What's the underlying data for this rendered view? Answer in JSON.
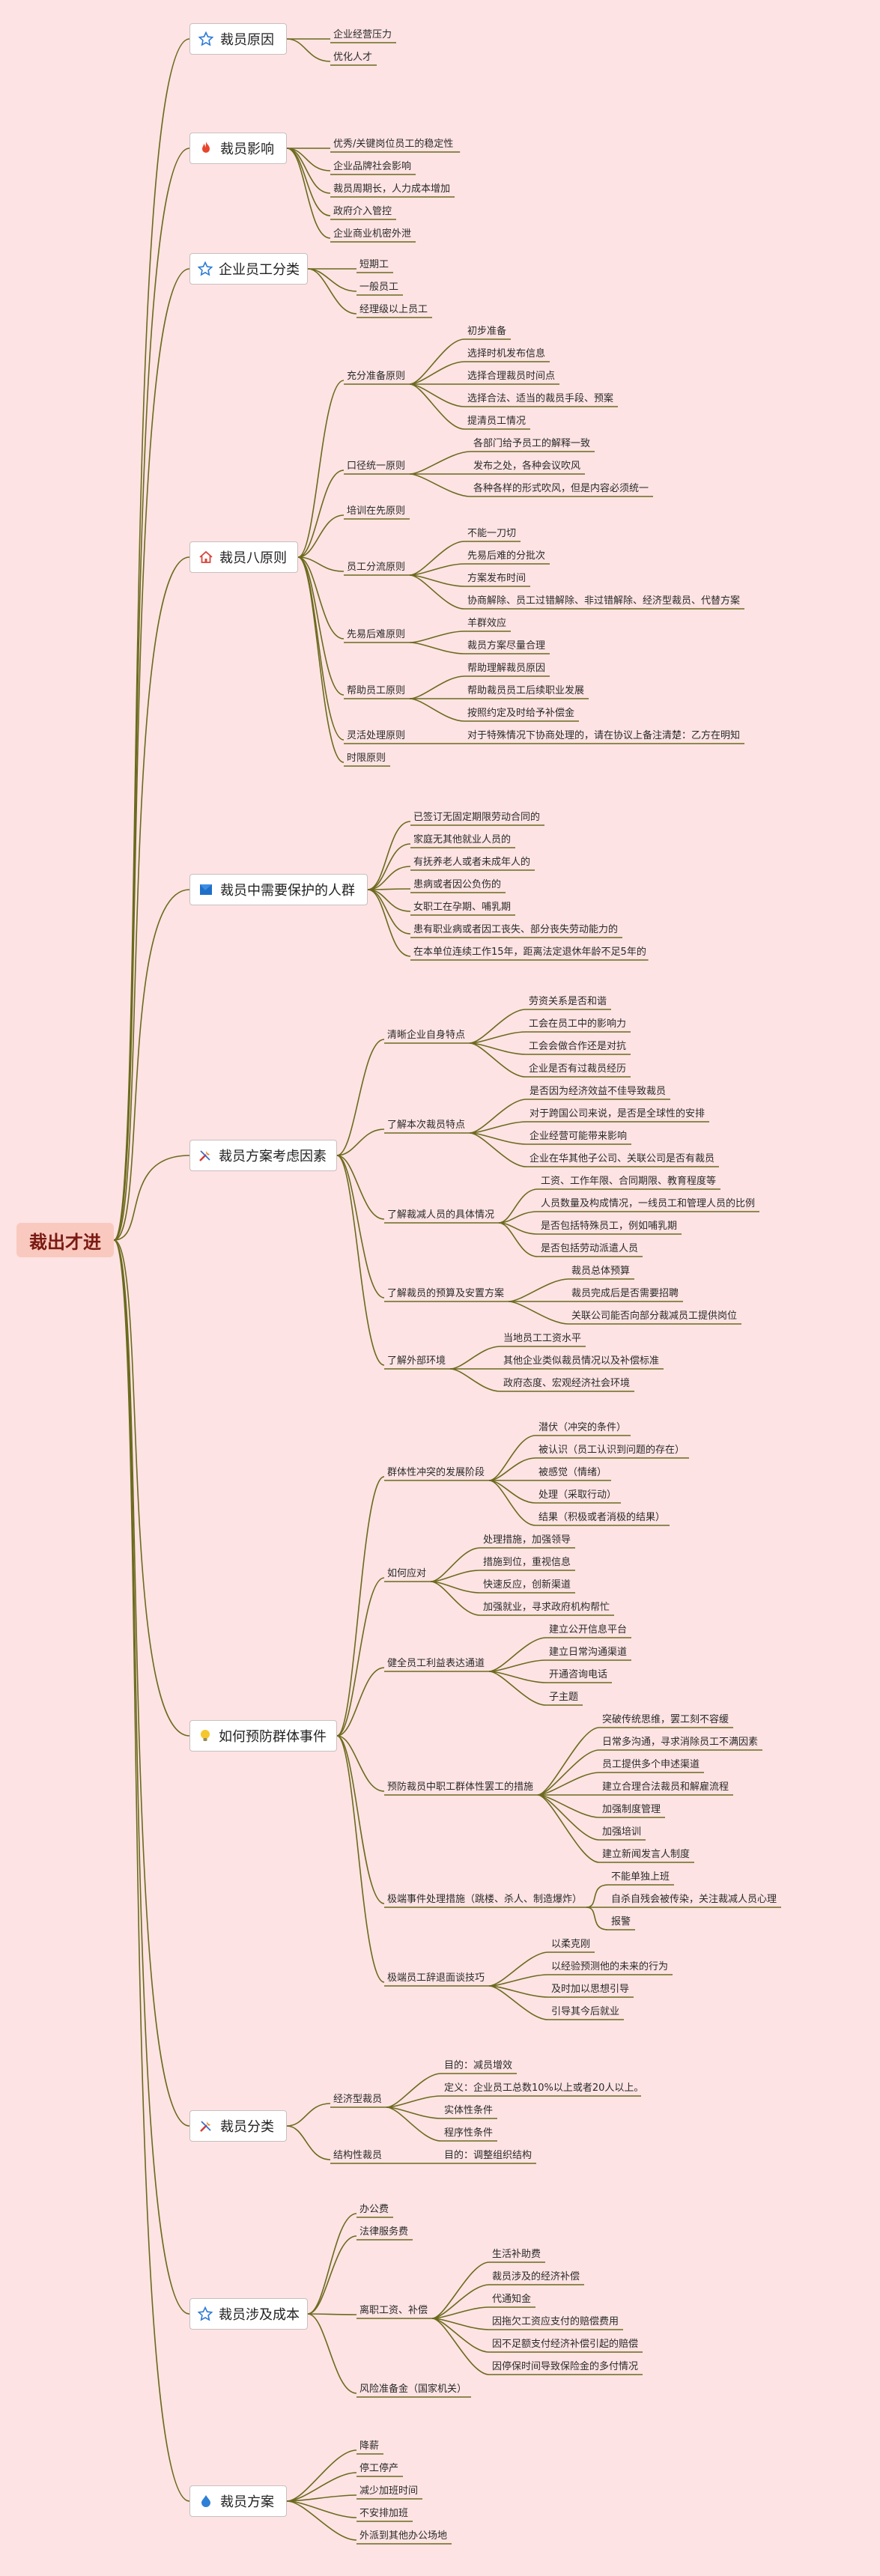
{
  "root": "裁出才进",
  "colors": {
    "background": "#fde3e3",
    "line": "#6b6a1e",
    "root_fill": "#f9c9bf"
  },
  "branches": [
    {
      "title": "裁员原因",
      "icon": "star-outline-icon",
      "items": [
        {
          "text": "企业经营压力"
        },
        {
          "text": "优化人才"
        }
      ]
    },
    {
      "title": "裁员影响",
      "icon": "flame-icon",
      "items": [
        {
          "text": "优秀/关键岗位员工的稳定性"
        },
        {
          "text": "企业品牌社会影响"
        },
        {
          "text": "裁员周期长，人力成本增加"
        },
        {
          "text": "政府介入管控"
        },
        {
          "text": "企业商业机密外泄"
        }
      ]
    },
    {
      "title": "企业员工分类",
      "icon": "star-outline-icon",
      "items": [
        {
          "text": "短期工"
        },
        {
          "text": "一般员工"
        },
        {
          "text": "经理级以上员工"
        }
      ]
    },
    {
      "title": "裁员八原则",
      "icon": "home-icon",
      "items": [
        {
          "text": "充分准备原则",
          "children": [
            "初步准备",
            "选择时机发布信息",
            "选择合理裁员时间点",
            "选择合法、适当的裁员手段、预案",
            "提清员工情况"
          ]
        },
        {
          "text": "口径统一原则",
          "children": [
            "各部门给予员工的解释一致",
            "发布之处，各种会议吹风",
            "各种各样的形式吹风，但是内容必须统一"
          ]
        },
        {
          "text": "培训在先原则"
        },
        {
          "text": "员工分流原则",
          "children": [
            "不能一刀切",
            "先易后难的分批次",
            "方案发布时间",
            "协商解除、员工过错解除、非过错解除、经济型裁员、代替方案"
          ]
        },
        {
          "text": "先易后难原则",
          "children": [
            "羊群效应",
            "裁员方案尽量合理"
          ]
        },
        {
          "text": "帮助员工原则",
          "children": [
            "帮助理解裁员原因",
            "帮助裁员员工后续职业发展",
            "按照约定及时给予补偿金"
          ]
        },
        {
          "text": "灵活处理原则",
          "children": [
            "对于特殊情况下协商处理的，请在协议上备注清楚：乙方在明知"
          ]
        },
        {
          "text": "时限原则"
        }
      ]
    },
    {
      "title": "裁员中需要保护的人群",
      "icon": "flag-icon",
      "items": [
        {
          "text": "已签订无固定期限劳动合同的"
        },
        {
          "text": "家庭无其他就业人员的"
        },
        {
          "text": "有抚养老人或者未成年人的"
        },
        {
          "text": "患病或者因公负伤的"
        },
        {
          "text": "女职工在孕期、哺乳期"
        },
        {
          "text": "患有职业病或者因工丧失、部分丧失劳动能力的"
        },
        {
          "text": "在本单位连续工作15年，距离法定退休年龄不足5年的"
        }
      ]
    },
    {
      "title": "裁员方案考虑因素",
      "icon": "tools-icon",
      "items": [
        {
          "text": "清晰企业自身特点",
          "children": [
            "劳资关系是否和谐",
            "工会在员工中的影响力",
            "工会会做合作还是对抗",
            "企业是否有过裁员经历"
          ]
        },
        {
          "text": "了解本次裁员特点",
          "children": [
            "是否因为经济效益不佳导致裁员",
            "对于跨国公司来说，是否是全球性的安排",
            "企业经营可能带来影响",
            "企业在华其他子公司、关联公司是否有裁员"
          ]
        },
        {
          "text": "了解裁减人员的具体情况",
          "children": [
            "工资、工作年限、合同期限、教育程度等",
            "人员数量及构成情况，一线员工和管理人员的比例",
            "是否包括特殊员工，例如哺乳期",
            "是否包括劳动派遣人员"
          ]
        },
        {
          "text": "了解裁员的预算及安置方案",
          "children": [
            "裁员总体预算",
            "裁员完成后是否需要招聘",
            "关联公司能否向部分裁减员工提供岗位"
          ]
        },
        {
          "text": "了解外部环境",
          "children": [
            "当地员工工资水平",
            "其他企业类似裁员情况以及补偿标准",
            "政府态度、宏观经济社会环境"
          ]
        }
      ]
    },
    {
      "title": "如何预防群体事件",
      "icon": "bulb-icon",
      "items": [
        {
          "text": "群体性冲突的发展阶段",
          "children": [
            "潜伏（冲突的条件）",
            "被认识（员工认识到问题的存在）",
            "被感觉（情绪）",
            "处理（采取行动）",
            "结果（积极或者消极的结果）"
          ]
        },
        {
          "text": "如何应对",
          "children": [
            "处理措施，加强领导",
            "措施到位，重视信息",
            "快速反应，创新渠道",
            "加强就业，寻求政府机构帮忙"
          ]
        },
        {
          "text": "健全员工利益表达通道",
          "children": [
            "建立公开信息平台",
            "建立日常沟通渠道",
            "开通咨询电话",
            "子主题"
          ]
        },
        {
          "text": "预防裁员中职工群体性罢工的措施",
          "children": [
            "突破传统思维，罢工刻不容缓",
            "日常多沟通，寻求消除员工不满因素",
            "员工提供多个申述渠道",
            "建立合理合法裁员和解雇流程",
            "加强制度管理",
            "加强培训",
            "建立新闻发言人制度"
          ]
        },
        {
          "text": "极端事件处理措施（跳楼、杀人、制造爆炸）",
          "children": [
            "不能单独上班",
            "自杀自残会被传染，关注裁减人员心理",
            "报警"
          ]
        },
        {
          "text": "极端员工辞退面谈技巧",
          "children": [
            "以柔克刚",
            "以经验预测他的未来的行为",
            "及时加以思想引导",
            "引导其今后就业"
          ]
        }
      ]
    },
    {
      "title": "裁员分类",
      "icon": "tools-icon",
      "items": [
        {
          "text": "经济型裁员",
          "children": [
            "目的：减员增效",
            "定义：企业员工总数10%以上或者20人以上。",
            "实体性条件",
            "程序性条件"
          ]
        },
        {
          "text": "结构性裁员",
          "children": [
            "目的：调整组织结构"
          ]
        }
      ]
    },
    {
      "title": "裁员涉及成本",
      "icon": "star-outline-icon",
      "items": [
        {
          "text": "办公费"
        },
        {
          "text": "法律服务费"
        },
        {
          "text": "离职工资、补偿",
          "children": [
            "生活补助费",
            "裁员涉及的经济补偿",
            "代通知金",
            "因拖欠工资应支付的赔偿费用",
            "因不足额支付经济补偿引起的赔偿",
            "因停保时间导致保险金的多付情况"
          ]
        },
        {
          "text": "风险准备金（国家机关）"
        }
      ]
    },
    {
      "title": "裁员方案",
      "icon": "drop-icon",
      "items": [
        {
          "text": "降薪"
        },
        {
          "text": "停工停产"
        },
        {
          "text": "减少加班时间"
        },
        {
          "text": "不安排加班"
        },
        {
          "text": "外派到其他办公场地"
        }
      ]
    }
  ]
}
